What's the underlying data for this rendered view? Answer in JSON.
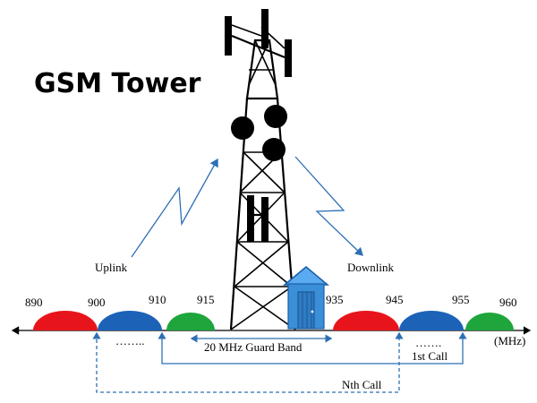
{
  "title": "GSM Tower",
  "labels": {
    "uplink": "Uplink",
    "downlink": "Downlink",
    "guard_band": "20 MHz Guard Band",
    "first_call": "1st Call",
    "nth_call": "Nth Call",
    "unit": "(MHz)",
    "dots_left": "……..",
    "dots_right": "……."
  },
  "frequencies": {
    "f890": "890",
    "f900": "900",
    "f910": "910",
    "f915": "915",
    "f935": "935",
    "f945": "945",
    "f955": "955",
    "f960": "960"
  },
  "colors": {
    "red": "#e8141c",
    "blue": "#1c63b8",
    "green": "#1ea53c",
    "arrow": "#2e6fb5",
    "hut": "#3a8fd8"
  }
}
